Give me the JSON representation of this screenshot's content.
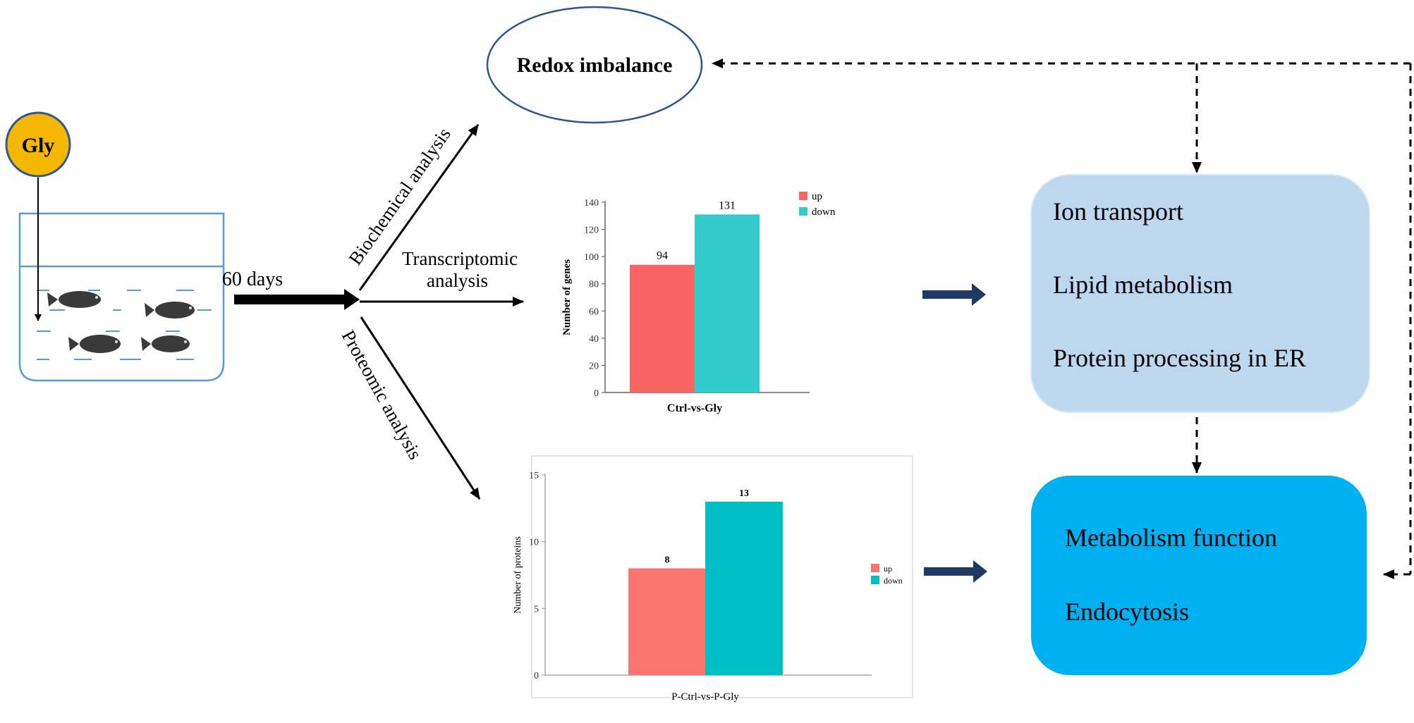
{
  "compound": {
    "label": "Gly",
    "color": "#F5B800"
  },
  "exposure": {
    "duration_label": "60 days"
  },
  "analyses": {
    "biochemical": "Biochemical analysis",
    "transcriptomic_line1": "Transcriptomic",
    "transcriptomic_line2": "analysis",
    "proteomic": "Proteomic analysis"
  },
  "redox": {
    "label": "Redox imbalance"
  },
  "pathway_box_1": {
    "color": "#BDD7EE",
    "items": [
      "Ion transport",
      "Lipid metabolism",
      "Protein processing in ER"
    ]
  },
  "pathway_box_2": {
    "color": "#00B0F0",
    "items": [
      "Metabolism function",
      "Endocytosis"
    ]
  },
  "chart_data": [
    {
      "type": "bar",
      "categories": [
        "Ctrl-vs-Gly"
      ],
      "series": [
        {
          "name": "up",
          "values": [
            94
          ],
          "color": "#F96464"
        },
        {
          "name": "down",
          "values": [
            131
          ],
          "color": "#33CCCC"
        }
      ],
      "xlabel": "Ctrl-vs-Gly",
      "ylabel": "Number of  genes",
      "ylim": [
        0,
        140
      ],
      "yticks": [
        0,
        20,
        40,
        60,
        80,
        100,
        120,
        140
      ],
      "data_labels": [
        "94",
        "131"
      ],
      "legend": "top-right",
      "grid": false
    },
    {
      "type": "bar",
      "categories": [
        "P-Ctrl-vs-P-Gly"
      ],
      "series": [
        {
          "name": "up",
          "values": [
            8
          ],
          "color": "#F8766D"
        },
        {
          "name": "down",
          "values": [
            13
          ],
          "color": "#00BFC4"
        }
      ],
      "xlabel": "P-Ctrl-vs-P-Gly",
      "ylabel": "Number of proteins",
      "ylim": [
        0,
        15
      ],
      "yticks": [
        0,
        5,
        10,
        15
      ],
      "data_labels": [
        "8",
        "13"
      ],
      "legend": "right",
      "grid": false
    }
  ]
}
